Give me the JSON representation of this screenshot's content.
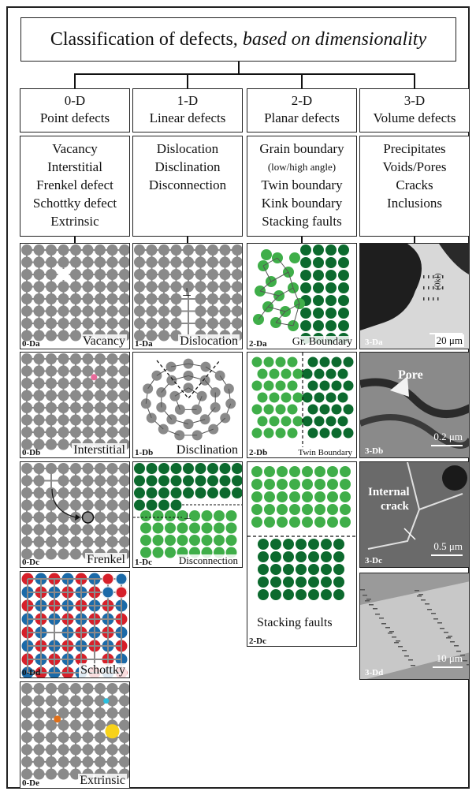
{
  "title": {
    "main": "Classification of defects, ",
    "italic": "based on dimensionality"
  },
  "categories": [
    {
      "dim": "0-D",
      "name": "Point defects",
      "items": [
        "Vacancy",
        "Interstitial",
        "Frenkel defect",
        "Schottky defect",
        "Extrinsic"
      ]
    },
    {
      "dim": "1-D",
      "name": "Linear defects",
      "items": [
        "Dislocation",
        "Disclination",
        "Disconnection"
      ]
    },
    {
      "dim": "2-D",
      "name": "Planar defects",
      "items": [
        "Grain boundary",
        "(low/high angle)",
        "Twin boundary",
        "Kink boundary",
        "Stacking faults"
      ]
    },
    {
      "dim": "3-D",
      "name": "Volume defects",
      "items": [
        "Precipitates",
        "Voids/Pores",
        "Cracks",
        "Inclusions"
      ]
    }
  ],
  "panels": {
    "p0Da": {
      "code": "0-Da",
      "name": "Vacancy"
    },
    "p0Db": {
      "code": "0-Db",
      "name": "Interstitial"
    },
    "p0Dc": {
      "code": "0-Dc",
      "name": "Frenkel"
    },
    "p0Dd": {
      "code": "0-Dd",
      "name": "Schottky"
    },
    "p0De": {
      "code": "0-De",
      "name": "Extrinsic"
    },
    "p1Da": {
      "code": "1-Da",
      "name": "Dislocation"
    },
    "p1Db": {
      "code": "1-Db",
      "name": "Disclination"
    },
    "p1Dc": {
      "code": "1-Dc",
      "name": "Disconnection"
    },
    "p2Da": {
      "code": "2-Da",
      "name": "Gr. Boundary"
    },
    "p2Db": {
      "code": "2-Db",
      "name": "Twin Boundary"
    },
    "p2Dc": {
      "code": "2-Dc",
      "name": "Stacking faults"
    },
    "p3Da": {
      "code": "3-Da",
      "scale": "20 μm",
      "annotation": "(0kl)"
    },
    "p3Db": {
      "code": "3-Db",
      "scale": "0.2 μm",
      "annotation": "Pore"
    },
    "p3Dc": {
      "code": "3-Dc",
      "scale": "0.5 μm",
      "annotation1": "Internal",
      "annotation2": "crack"
    },
    "p3Dd": {
      "code": "3-Dd",
      "scale": "10 μm"
    }
  },
  "colors": {
    "atom_gray": "#8a8a8a",
    "light_green": "#3fae49",
    "dark_green": "#0c6a2e",
    "red": "#d6202a",
    "blue": "#1b6aa8",
    "pink": "#e86a9a",
    "orange": "#e0701a",
    "cyan": "#29c0e0",
    "yellow": "#f7d21a"
  }
}
